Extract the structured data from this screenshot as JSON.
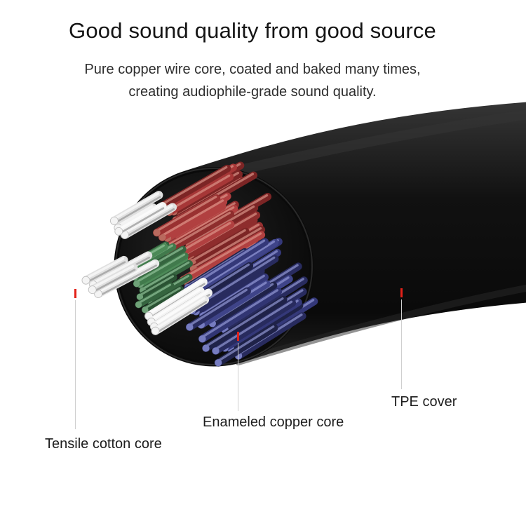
{
  "headline": {
    "title": "Good sound quality from good source",
    "subtitle_line1": "Pure copper wire core, coated and baked many times,",
    "subtitle_line2": "creating audiophile-grade sound quality."
  },
  "callouts": [
    {
      "id": "tensile",
      "label": "Tensile cotton core"
    },
    {
      "id": "enameled",
      "label": "Enameled copper core"
    },
    {
      "id": "tpe",
      "label": "TPE cover"
    }
  ],
  "colors": {
    "background": "#ffffff",
    "cable_black": "#0d0d0d",
    "copper_red": "#a33737",
    "copper_blue": "#343879",
    "cotton_green": "#417a4c",
    "cotton_white": "#efefef",
    "leader_line": "#cfcfcf",
    "tick_red": "#e32119",
    "text_dark": "#141414"
  }
}
